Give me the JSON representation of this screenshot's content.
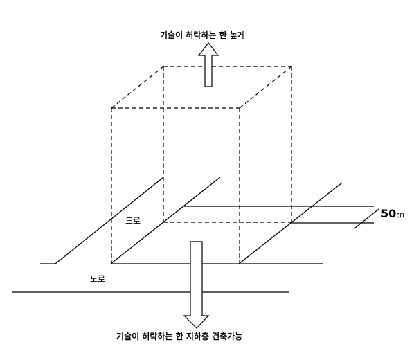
{
  "labels": {
    "top_caption": "기술이 허락하는 한 높게",
    "bottom_caption": "기술이 허락하는 한 지하층 건축가능",
    "road_upper": "도로",
    "road_lower": "도로",
    "dimension_value": "50",
    "dimension_unit": "㎝"
  },
  "colors": {
    "stroke": "#000000",
    "background": "#ffffff"
  }
}
